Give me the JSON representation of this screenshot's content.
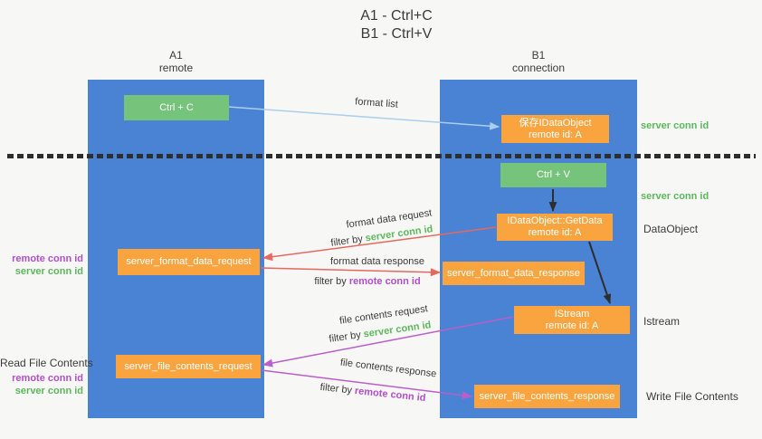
{
  "title": {
    "line1": "A1 - Ctrl+C",
    "line2": "B1 - Ctrl+V"
  },
  "lanes": {
    "left": {
      "name": "A1",
      "subtitle": "remote"
    },
    "right": {
      "name": "B1",
      "subtitle": "connection"
    }
  },
  "nodes": {
    "ctrl_c": {
      "label": "Ctrl + C"
    },
    "save_idataobject": {
      "line1": "保存IDataObject",
      "line2": "remote id: A"
    },
    "ctrl_v": {
      "label": "Ctrl + V"
    },
    "getdata": {
      "line1": "IDataObject::GetData",
      "line2": "remote id: A"
    },
    "format_request": {
      "label": "server_format_data_request"
    },
    "format_response": {
      "label": "server_format_data_response"
    },
    "istream": {
      "line1": "IStream",
      "line2": "remote id: A"
    },
    "file_request": {
      "label": "server_file_contents_request"
    },
    "file_response": {
      "label": "server_file_contents_response"
    }
  },
  "arrow_labels": {
    "format_list": "format list",
    "format_data_request": "format data request",
    "format_data_request_filter_prefix": "filter by ",
    "format_data_request_filter_key": "server conn id",
    "format_data_response": "format data response",
    "format_data_response_filter_prefix": "filter by ",
    "format_data_response_filter_key": "remote conn id",
    "file_contents_request": "file contents request",
    "file_contents_request_filter_prefix": "filter by ",
    "file_contents_request_filter_key": "server conn id",
    "file_contents_response": "file contents response",
    "file_contents_response_filter_prefix": "filter by ",
    "file_contents_response_filter_key": "remote conn id"
  },
  "side_labels": {
    "right_top_server_conn_id": "server conn id",
    "right_mid_server_conn_id": "server conn id",
    "right_dataobject": "DataObject",
    "right_istream": "Istream",
    "right_write_file_contents": "Write File Contents",
    "left_remote_conn_id_top": "remote conn id",
    "left_server_conn_id_top": "server conn id",
    "left_read_file_contents": "Read File Contents",
    "left_remote_conn_id_bottom": "remote conn id",
    "left_server_conn_id_bottom": "server conn id"
  },
  "colors": {
    "lane_blue": "#4a82d4",
    "node_green": "#76c37c",
    "node_orange": "#f9a43f",
    "arrow_red": "#e5695e",
    "arrow_magenta": "#b95fc9",
    "arrow_lightblue": "#a9cfec",
    "arrow_black": "#2e2e2e",
    "text_green": "#5cb85c",
    "text_purple": "#b14fc8",
    "text_dark": "#3b3b3b"
  }
}
